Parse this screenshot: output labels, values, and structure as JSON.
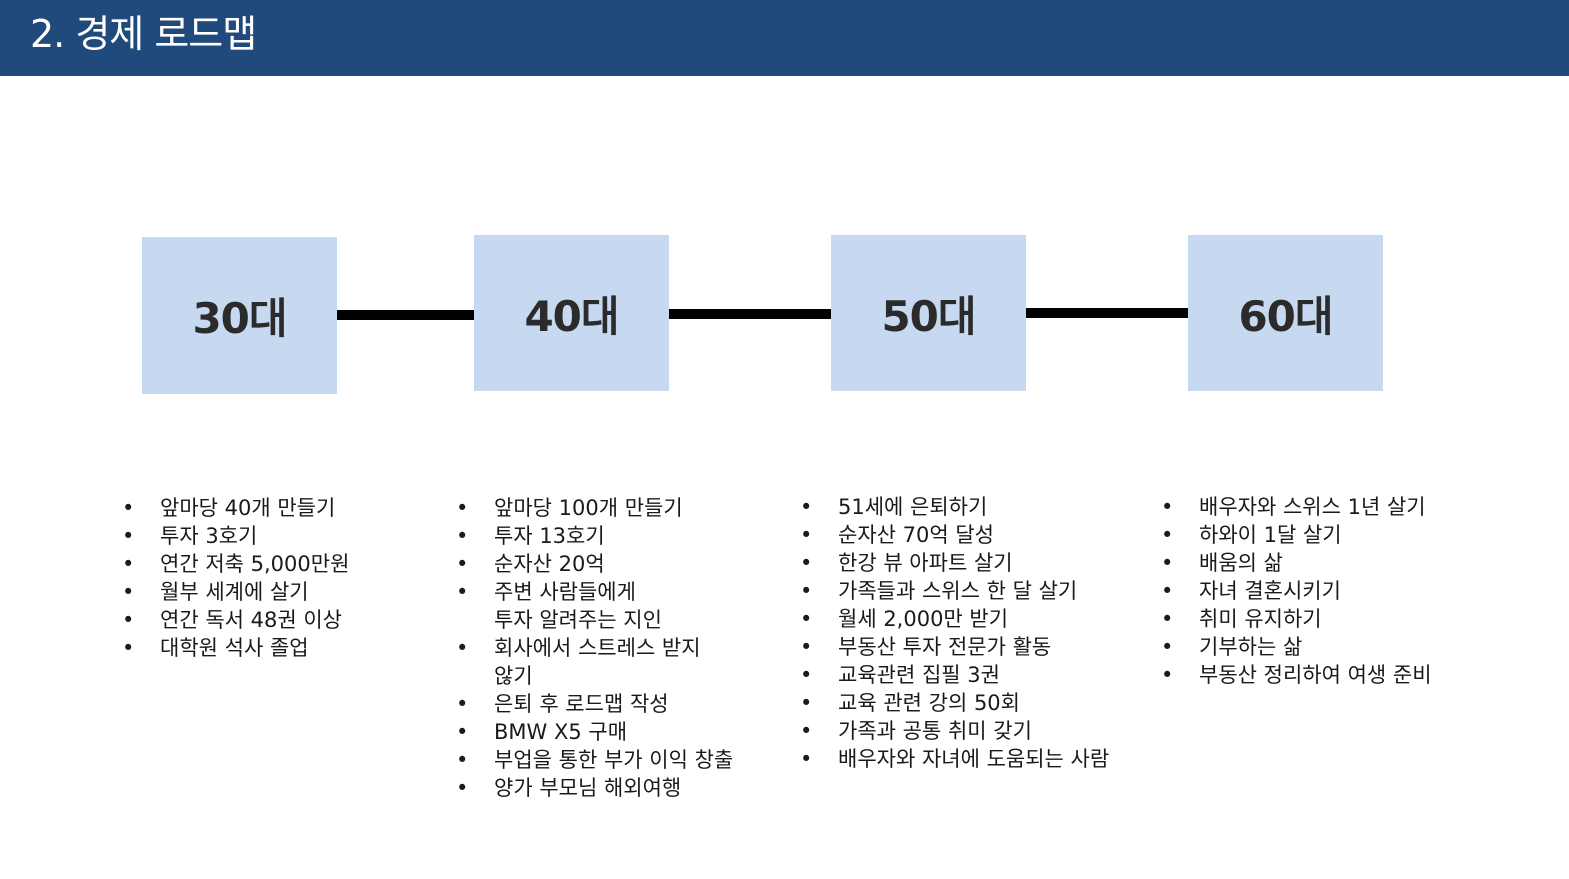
{
  "header": {
    "title": "2. 경제 로드맵",
    "background_color": "#204a7c"
  },
  "colors": {
    "stage_box": "#c6d9f1",
    "connector": "#000000"
  },
  "stages": [
    {
      "label": "30대",
      "goals": [
        "앞마당 40개 만들기",
        "투자 3호기",
        "연간 저축 5,000만원",
        "월부 세계에 살기",
        "연간 독서 48권 이상",
        "대학원 석사 졸업"
      ]
    },
    {
      "label": "40대",
      "goals": [
        "앞마당 100개 만들기",
        "투자 13호기",
        "순자산 20억",
        "주변 사람들에게\n투자 알려주는 지인",
        "회사에서 스트레스 받지\n않기",
        "은퇴 후 로드맵 작성",
        "BMW X5 구매",
        "부업을 통한 부가 이익 창출",
        "양가 부모님 해외여행"
      ]
    },
    {
      "label": "50대",
      "goals": [
        "51세에 은퇴하기",
        "순자산 70억 달성",
        "한강 뷰 아파트 살기",
        "가족들과 스위스 한 달 살기",
        "월세 2,000만 받기",
        "부동산 투자 전문가 활동",
        "교육관련 집필 3권",
        "교육 관련 강의 50회",
        "가족과 공통 취미 갖기",
        "배우자와 자녀에 도움되는 사람"
      ]
    },
    {
      "label": "60대",
      "goals": [
        "배우자와 스위스 1년 살기",
        "하와이 1달 살기",
        "배움의 삶",
        "자녀 결혼시키기",
        "취미 유지하기",
        "기부하는 삶",
        "부동산 정리하여 여생 준비"
      ]
    }
  ]
}
